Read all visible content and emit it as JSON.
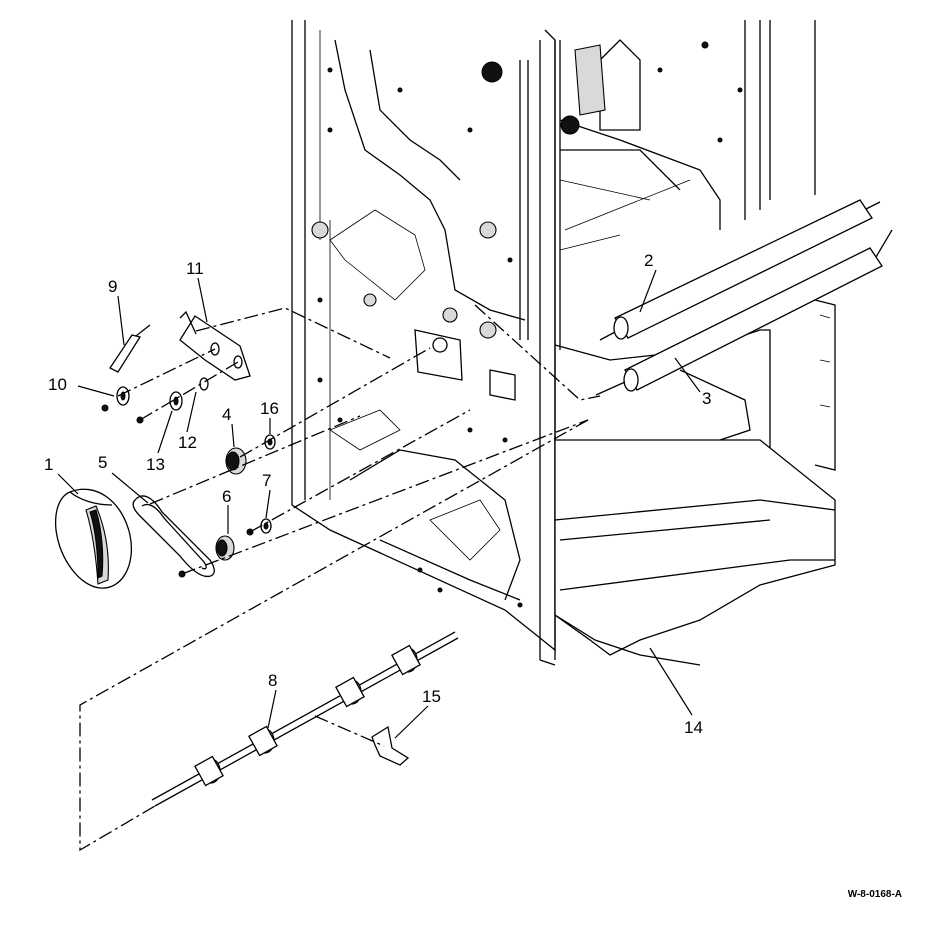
{
  "diagram": {
    "id_label": "W-8-0168-A",
    "callouts": [
      {
        "key": "c1",
        "text": "1"
      },
      {
        "key": "c2",
        "text": "2"
      },
      {
        "key": "c3",
        "text": "3"
      },
      {
        "key": "c4",
        "text": "4"
      },
      {
        "key": "c5",
        "text": "5"
      },
      {
        "key": "c6",
        "text": "6"
      },
      {
        "key": "c7",
        "text": "7"
      },
      {
        "key": "c8",
        "text": "8"
      },
      {
        "key": "c9",
        "text": "9"
      },
      {
        "key": "c10",
        "text": "10"
      },
      {
        "key": "c11",
        "text": "11"
      },
      {
        "key": "c12",
        "text": "12"
      },
      {
        "key": "c13",
        "text": "13"
      },
      {
        "key": "c14",
        "text": "14"
      },
      {
        "key": "c15",
        "text": "15"
      },
      {
        "key": "c16",
        "text": "16"
      }
    ]
  }
}
